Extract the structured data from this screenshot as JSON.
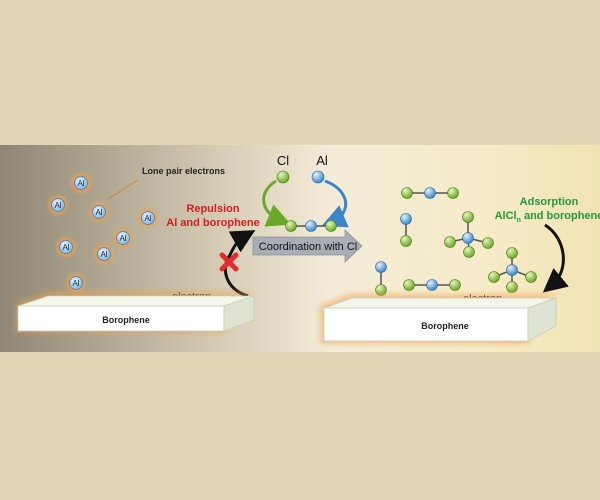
{
  "labels": {
    "lone_pair": "Lone pair electrons",
    "al_atom": "Al",
    "repulsion_line1": "Repulsion",
    "repulsion_line2": "Al and borophene",
    "electron_left": "electron",
    "electron_right": "electron",
    "borophene_left": "Borophene",
    "borophene_right": "Borophene",
    "cl_legend": "Cl",
    "al_legend": "Al",
    "coordination": "Coordination with Cl",
    "adsorption_line1": "Adsorption",
    "adsorption_line2_prefix": "AlCl",
    "adsorption_line2_sub": "n",
    "adsorption_line2_suffix": " and borophene"
  },
  "colors": {
    "repulsion_red": "#d42020",
    "adsorption_green": "#1f9a3a",
    "cl_atom": "#8cc63f",
    "al_atom": "#5aa7e0",
    "electron_glow": "#f0a050",
    "block_x": "#e52b2b"
  },
  "icons": {
    "blocked": "red-x-icon",
    "transition": "gray-right-arrow-icon"
  }
}
